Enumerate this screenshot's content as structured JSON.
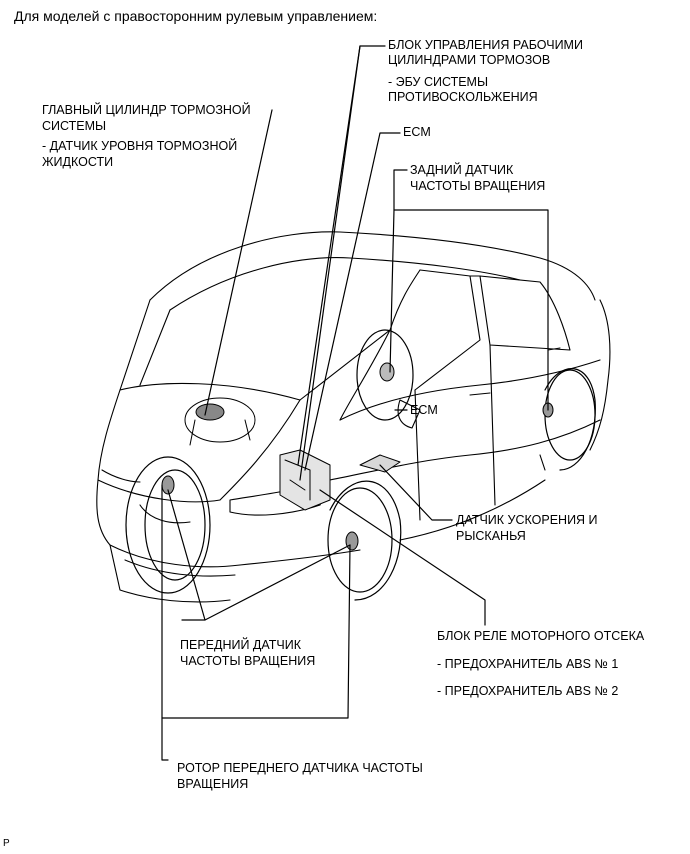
{
  "heading": "Для моделей с правосторонним рулевым управлением:",
  "labels": {
    "actuator_l1": "БЛОК УПРАВЛЕНИЯ РАБОЧИМИ",
    "actuator_l2": "ЦИЛИНДРАМИ ТОРМОЗОВ",
    "actuator_sub_l1": "- ЭБУ СИСТЕМЫ",
    "actuator_sub_l2": "ПРОТИВОСКОЛЬЖЕНИЯ",
    "master_l1": "ГЛАВНЫЙ ЦИЛИНДР ТОРМОЗНОЙ",
    "master_l2": "СИСТЕМЫ",
    "master_sub_l1": "- ДАТЧИК УРОВНЯ ТОРМОЗНОЙ",
    "master_sub_l2": "ЖИДКОСТИ",
    "ecm_top": "ECM",
    "rear_sensor_l1": "ЗАДНИЙ ДАТЧИК",
    "rear_sensor_l2": "ЧАСТОТЫ ВРАЩЕНИЯ",
    "ecm_mid": "ECM",
    "yaw_l1": "ДАТЧИК УСКОРЕНИЯ И",
    "yaw_l2": "РЫСКАНЬЯ",
    "relay_title": "БЛОК РЕЛЕ МОТОРНОГО ОТСЕКА",
    "relay_fuse1": "- ПРЕДОХРАНИТЕЛЬ ABS № 1",
    "relay_fuse2": "- ПРЕДОХРАНИТЕЛЬ ABS № 2",
    "front_sensor_l1": "ПЕРЕДНИЙ ДАТЧИК",
    "front_sensor_l2": "ЧАСТОТЫ ВРАЩЕНИЯ",
    "rotor_l1": "РОТОР ПЕРЕДНЕГО ДАТЧИКА ЧАСТОТЫ",
    "rotor_l2": "ВРАЩЕНИЯ"
  },
  "code": "P"
}
